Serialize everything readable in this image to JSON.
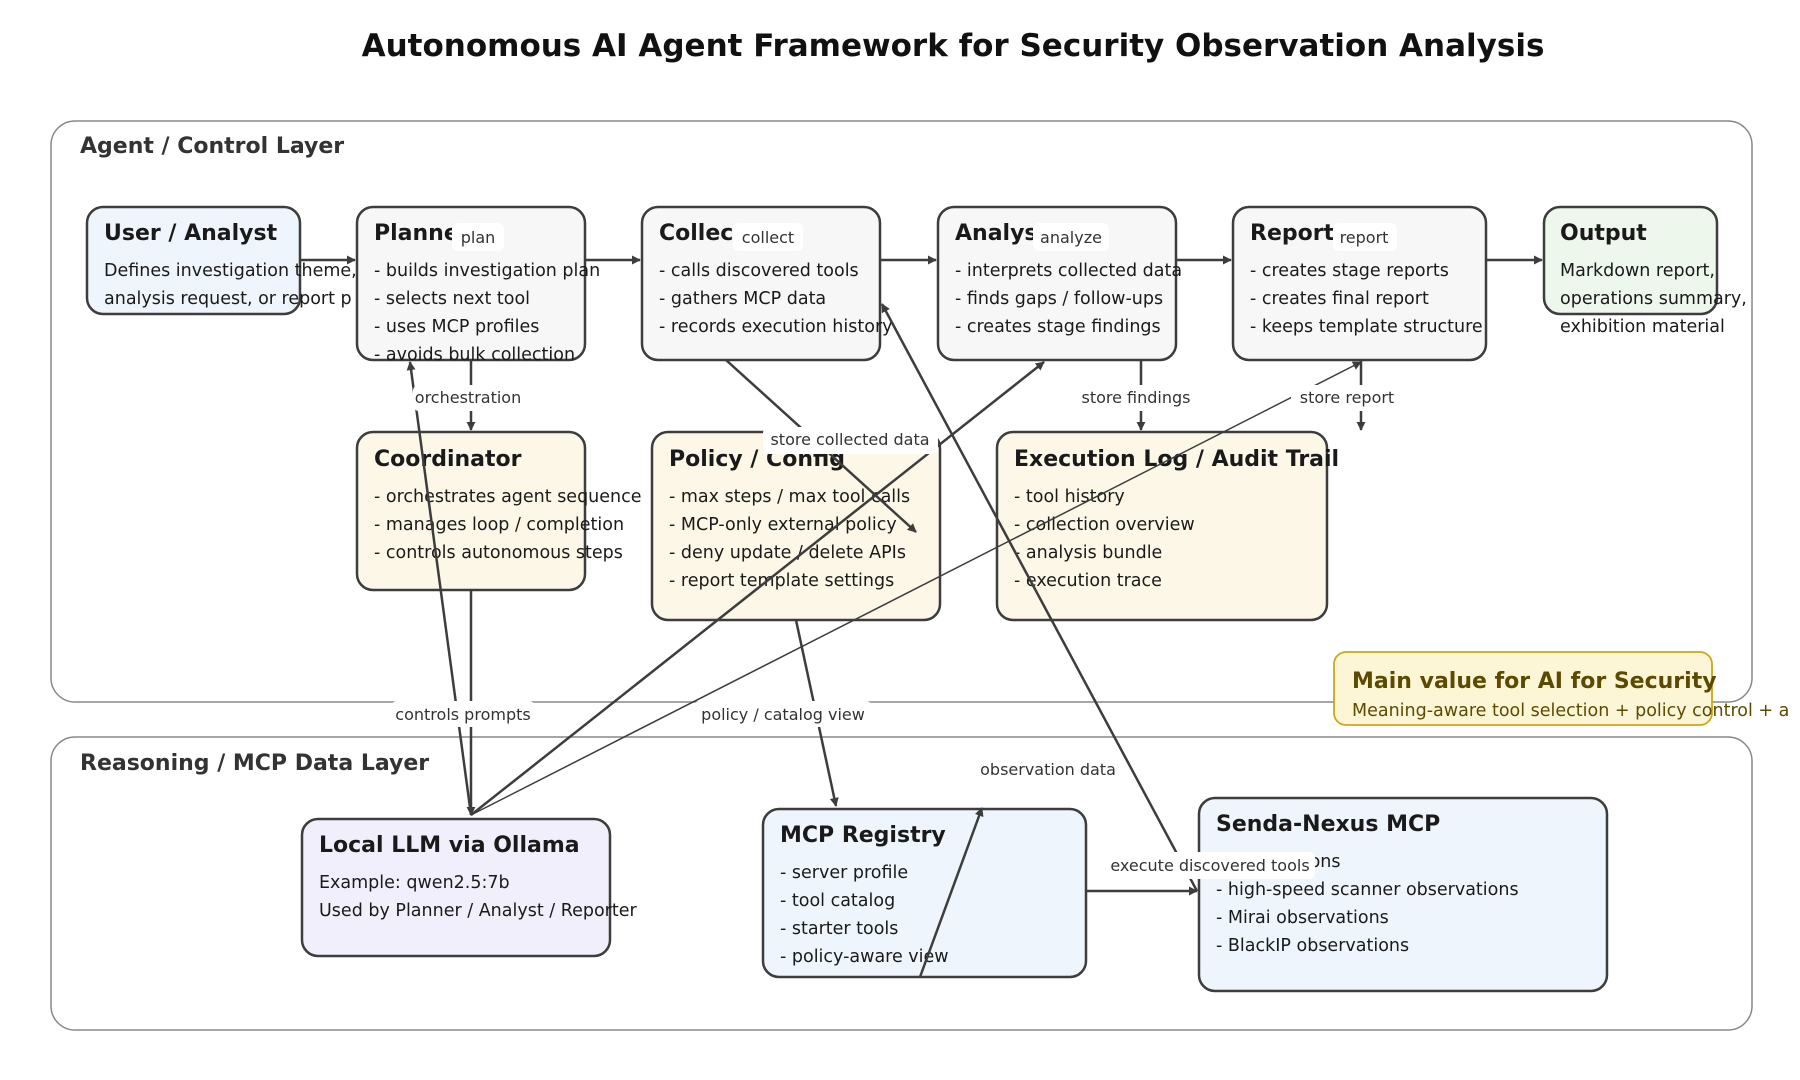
{
  "title": "Autonomous AI Agent Framework for Security Observation Analysis",
  "layers": {
    "agent": "Agent / Control Layer",
    "reasoning": "Reasoning / MCP Data Layer"
  },
  "nodes": {
    "user": {
      "title": "User / Analyst",
      "lines": [
        "Defines investigation theme,",
        "analysis request, or report p"
      ]
    },
    "planner": {
      "title": "Planner",
      "lines": [
        "- builds investigation plan",
        "- selects next tool",
        "- uses MCP profiles",
        "- avoids bulk collection"
      ]
    },
    "collector": {
      "title": "Collector",
      "lines": [
        "- calls discovered tools",
        "- gathers MCP data",
        "- records execution history"
      ]
    },
    "analyst": {
      "title": "Analyst",
      "lines": [
        "- interprets collected data",
        "- finds gaps / follow-ups",
        "- creates stage findings"
      ]
    },
    "reporter": {
      "title": "Reporter",
      "lines": [
        "- creates stage reports",
        "- creates final report",
        "- keeps template structure"
      ]
    },
    "output": {
      "title": "Output",
      "lines": [
        "Markdown report,",
        "operations summary,",
        "exhibition material"
      ]
    },
    "coordinator": {
      "title": "Coordinator",
      "lines": [
        "- orchestrates agent sequence",
        "- manages loop / completion",
        "- controls autonomous steps"
      ]
    },
    "policy": {
      "title": "Policy / Config",
      "lines": [
        "- max steps / max tool calls",
        "- MCP-only external policy",
        "- deny update / delete APIs",
        "- report template settings"
      ]
    },
    "execlog": {
      "title": "Execution Log / Audit Trail",
      "lines": [
        "- tool history",
        "- collection overview",
        "- analysis bundle",
        "- execution trace"
      ]
    },
    "llm": {
      "title": "Local LLM via Ollama",
      "lines": [
        "Example: qwen2.5:7b",
        "Used by Planner / Analyst / Reporter"
      ]
    },
    "registry": {
      "title": "MCP Registry",
      "lines": [
        "- server profile",
        "- tool catalog",
        "- starter tools",
        "- policy-aware view"
      ]
    },
    "senda": {
      "title": "Senda-Nexus MCP",
      "lines": [
        "- observations",
        "- high-speed scanner observations",
        "- Mirai observations",
        "- BlackIP observations"
      ]
    }
  },
  "highlight": {
    "title": "Main value for AI for Security",
    "text": "Meaning-aware tool selection + policy control + a"
  },
  "edge_labels": {
    "plan": "plan",
    "collect": "collect",
    "analyze": "analyze",
    "report": "report",
    "orchestration": "orchestration",
    "store_collected": "store collected data",
    "store_findings": "store findings",
    "store_report": "store report",
    "controls_prompts": "controls prompts",
    "policy_catalog": "policy / catalog view",
    "observation_data": "observation data",
    "execute_tools": "execute discovered tools"
  },
  "colors": {
    "user_fill": "#eef5fd",
    "agent_fill": "#f7f7f7",
    "output_fill": "#edf7ec",
    "control_fill": "#fdf7e8",
    "llm_fill": "#f1effb",
    "mcp_fill": "#eef5fd",
    "highlight_fill": "#fdf6d6",
    "highlight_border": "#c9a81a",
    "stroke": "#3d3d3d",
    "layer_border": "#888888"
  }
}
